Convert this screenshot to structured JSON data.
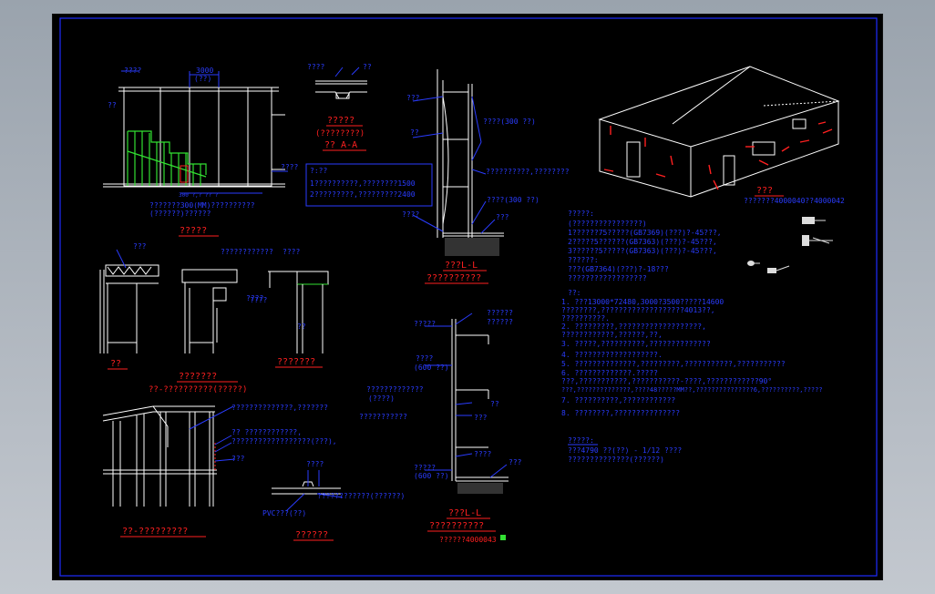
{
  "titles": {
    "wall_elevation": "?????",
    "ridge_section": "?????",
    "ridge_section_sub": "(????????)",
    "ridge_section_aa": "?? A-A",
    "section_l": "???L-L",
    "section_l_sub": "??????????",
    "detail_1": "??",
    "detail_2": "???????",
    "detail_2_sub": "??-??????????(?????)",
    "detail_3": "???????",
    "eave_detail": "??-?????????",
    "joint_detail": "??????",
    "section_l2": "???L-L",
    "section_l2_sub": "??????????",
    "iso_title": "???",
    "iso_sub": "???????4000040??4000042"
  },
  "notes_box": {
    "head": "?:??",
    "line1": "1??????????,????????1500",
    "line2": "2?????????,?????????2400"
  },
  "wall_labels": {
    "dim_top": "3000",
    "dim_sub": "(??)",
    "left_1": "????",
    "left_2": "??",
    "right_1": "????",
    "bottom_dims": "300  ?,?        ??   ?",
    "under_1": "???????300(MM)??????????",
    "under_2": "(??????)??????"
  },
  "ridge_labels": {
    "top_left": "????",
    "top_right": "??"
  },
  "section_labels": {
    "a": "???",
    "b": "??",
    "c": "????(300 ??)",
    "d": "??????????,????????",
    "e": "????(300 ??)",
    "f": "????",
    "g": "???"
  },
  "details_labels": {
    "d1": "???",
    "d2": "????????????",
    "d3": "????",
    "d4": "????",
    "d5": "????",
    "d6": "??"
  },
  "eave_labels": {
    "l1": "??????????????,???????",
    "l2": "??  ????????????,",
    "l3": "??????????????????(???),",
    "l4": "???"
  },
  "joint_labels": {
    "top": "????",
    "right": "????????????(??????)",
    "left": "PVC???(??)"
  },
  "callouts": {
    "c1": "?????????????",
    "c2": "(????)",
    "c3": "???????????",
    "c4": "??????",
    "c5": "?????",
    "c6": "????",
    "c7": "(600 ??)",
    "c8": "??????",
    "c9": "??",
    "c10": "???",
    "c11": "????",
    "c12": "???",
    "c13": "?????",
    "c14": "(600 ??)",
    "c15": "??????4000043"
  },
  "spec_block": {
    "head": "?????:",
    "lines": [
      "(????????????????)",
      "  1??????75?????(GB7369)(???)?-45???,",
      "  2?????5??????(GB7363)(???)?-45???,",
      "  3??????5?????(GB7363)(???)?-45???,",
      "??????:",
      "  ???(GB7364)(???)?-18???",
      "  ??????????????????"
    ]
  },
  "notes_list": {
    "head": "??:",
    "items": [
      "1. ???13000*72480,3000?3500?????14600",
      "   ????????,???????????????????4013??,",
      "   ??????????.",
      "2. ?????????,???????????????????,",
      "   ????????????,??????,??,",
      "3. ?????,??????????,??????????????",
      "4. ???????????????????.",
      "5. ??????????????,?????????,???????????,???????????",
      "6. ?????????????.?????",
      "   ???,???????????,???????????-????,????????????90°",
      "   ???,??????????????,????48?????MM??,???????????????6,??????????,?????",
      "7. ??????????,????????????",
      "8. ????????,???????????????"
    ]
  },
  "bottom_note": {
    "head": "?????:",
    "l1": "???4790  ??(??) - 1/12 ????",
    "l2": "??????????????(??????)"
  },
  "colors": {
    "background": "#000000",
    "frame": "#1e2cff",
    "line": "#ffffff",
    "annotation": "#2a3cff",
    "title": "#ff2020",
    "highlight": "#32e032"
  }
}
